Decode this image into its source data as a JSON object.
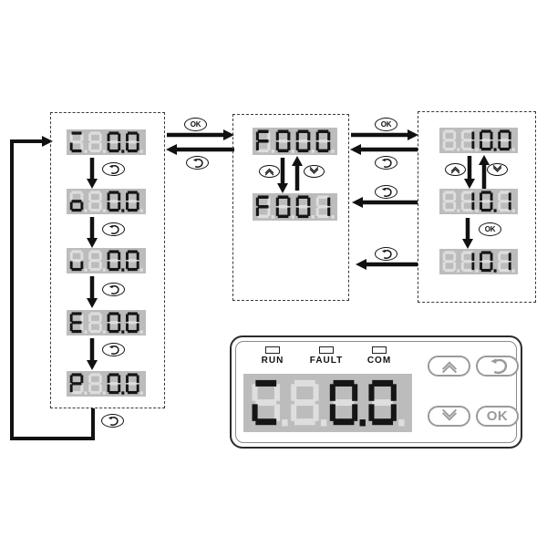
{
  "colors": {
    "display_bg": "#bcbcbc",
    "segment_ghost": "#dedede",
    "segment_lit": "#151515",
    "diagram_ink": "#111111",
    "panel_button": "#9a9a9a",
    "led_fill": "#fcfcfc"
  },
  "labels": {
    "ok": "OK"
  },
  "flow": {
    "monitor_group": {
      "displays": [
        {
          "reading": "C0.0",
          "chars": [
            "C",
            "",
            "0",
            "0"
          ],
          "dps": [
            "faint",
            "faint",
            "lit",
            "faint"
          ]
        },
        {
          "reading": "o0.0",
          "chars": [
            "o",
            "",
            "0",
            "0"
          ],
          "dps": [
            "faint",
            "faint",
            "lit",
            "faint"
          ]
        },
        {
          "reading": "u0.0",
          "chars": [
            "u",
            "",
            "0",
            "0"
          ],
          "dps": [
            "faint",
            "faint",
            "lit",
            "faint"
          ]
        },
        {
          "reading": "E0.0",
          "chars": [
            "E",
            "",
            "0",
            "0"
          ],
          "dps": [
            "faint",
            "faint",
            "lit",
            "faint"
          ]
        },
        {
          "reading": "P0.0",
          "chars": [
            "P",
            "",
            "0",
            "0"
          ],
          "dps": [
            "faint",
            "faint",
            "lit",
            "faint"
          ]
        }
      ]
    },
    "param_group": {
      "displays": [
        {
          "reading": "F000",
          "chars": [
            "F",
            "0",
            "0",
            "0"
          ],
          "dps": [
            "faint",
            "faint",
            "faint",
            "faint"
          ]
        },
        {
          "reading": "F001",
          "chars": [
            "F",
            "0",
            "0",
            "1"
          ],
          "dps": [
            "faint",
            "faint",
            "faint",
            "faint"
          ]
        }
      ]
    },
    "value_group": {
      "displays": [
        {
          "reading": "10.0",
          "chars": [
            "",
            "1",
            "0",
            "0"
          ],
          "dps": [
            "faint",
            "faint",
            "lit",
            "faint"
          ]
        },
        {
          "reading": "10.1",
          "chars": [
            "",
            "1",
            "0",
            "1"
          ],
          "dps": [
            "faint",
            "faint",
            "lit",
            "faint"
          ]
        },
        {
          "reading": "10.1",
          "chars": [
            "",
            "1",
            "0",
            "1"
          ],
          "dps": [
            "faint",
            "faint",
            "lit",
            "faint"
          ]
        }
      ]
    }
  },
  "panel": {
    "leds": [
      {
        "label": "RUN"
      },
      {
        "label": "FAULT"
      },
      {
        "label": "COM"
      }
    ],
    "display": {
      "reading": "C0.0",
      "chars": [
        "C",
        "",
        "0",
        "0"
      ],
      "dps": [
        "faint",
        "faint",
        "lit",
        "faint"
      ]
    },
    "buttons": [
      {
        "name": "up"
      },
      {
        "name": "return"
      },
      {
        "name": "down"
      },
      {
        "name": "ok",
        "label": "OK"
      }
    ]
  }
}
